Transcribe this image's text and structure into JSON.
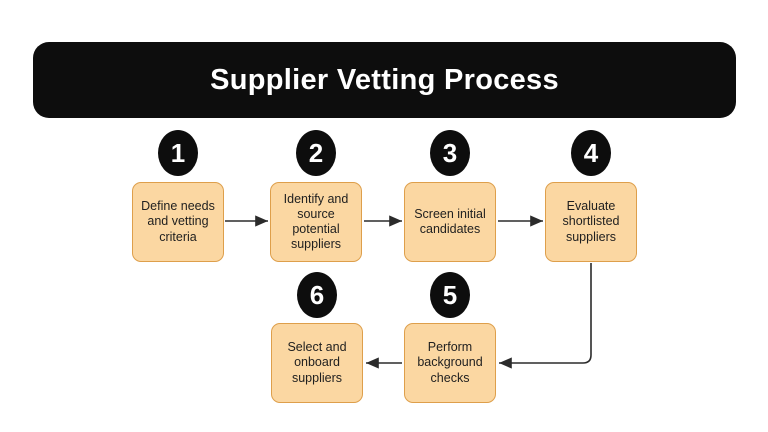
{
  "title": "Supplier Vetting Process",
  "steps": [
    {
      "number": "1",
      "label": "Define needs and vetting criteria"
    },
    {
      "number": "2",
      "label": "Identify and source potential suppliers"
    },
    {
      "number": "3",
      "label": "Screen initial candidates"
    },
    {
      "number": "4",
      "label": "Evaluate shortlisted suppliers"
    },
    {
      "number": "5",
      "label": "Perform background checks"
    },
    {
      "number": "6",
      "label": "Select and onboard suppliers"
    }
  ],
  "connections": [
    {
      "from": "1",
      "to": "2",
      "direction": "right"
    },
    {
      "from": "2",
      "to": "3",
      "direction": "right"
    },
    {
      "from": "3",
      "to": "4",
      "direction": "right"
    },
    {
      "from": "4",
      "to": "5",
      "direction": "down-left-elbow"
    },
    {
      "from": "5",
      "to": "6",
      "direction": "left"
    }
  ],
  "colors": {
    "background": "#ffffff",
    "header_bg": "#0d0d0d",
    "header_text": "#ffffff",
    "box_fill": "#fbd7a2",
    "box_border": "#de9f4b",
    "box_text": "#1f1f1f",
    "badge_bg": "#0d0d0d",
    "badge_text": "#ffffff",
    "arrow": "#2b2b2b"
  }
}
